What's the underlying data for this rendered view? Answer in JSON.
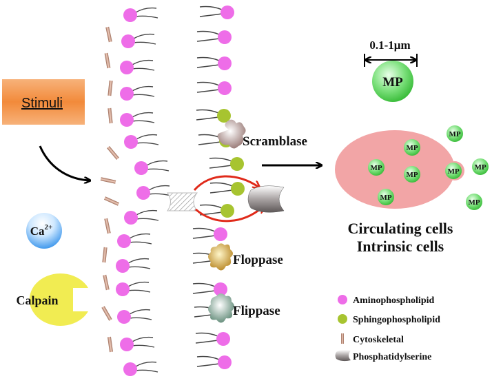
{
  "stimuli": {
    "label": "Stimuli"
  },
  "calcium": {
    "symbol": "Ca",
    "charge": "2+"
  },
  "calpain": {
    "label": "Calpain"
  },
  "enzymes": {
    "scramblase": "Scramblase",
    "floppase": "Floppase",
    "flippase": "Flippase"
  },
  "microparticle": {
    "size_label": "0.1-1μm",
    "label": "MP"
  },
  "cells": {
    "line1": "Circulating cells",
    "line2": "Intrinsic cells"
  },
  "legend": [
    {
      "label": "Aminophospholipid",
      "color": "#ee6de8"
    },
    {
      "label": "Sphingophospholipid",
      "color": "#a7c430"
    },
    {
      "label": "Cytoskeletal",
      "color": "#c9937a"
    },
    {
      "label": "Phosphatidylserine",
      "color": "#8f8a8a"
    }
  ],
  "colors": {
    "amino": "#ee6de8",
    "sphingo": "#a7c430",
    "cytoskeletal": "#c9937a",
    "cell": "#f2a5a6",
    "mp": "#3fc93f",
    "arrow_red": "#e02a1a",
    "stimuli_box": "#f4944a",
    "calpain": "#f1ec52",
    "calcium": "#3a9ef0"
  }
}
